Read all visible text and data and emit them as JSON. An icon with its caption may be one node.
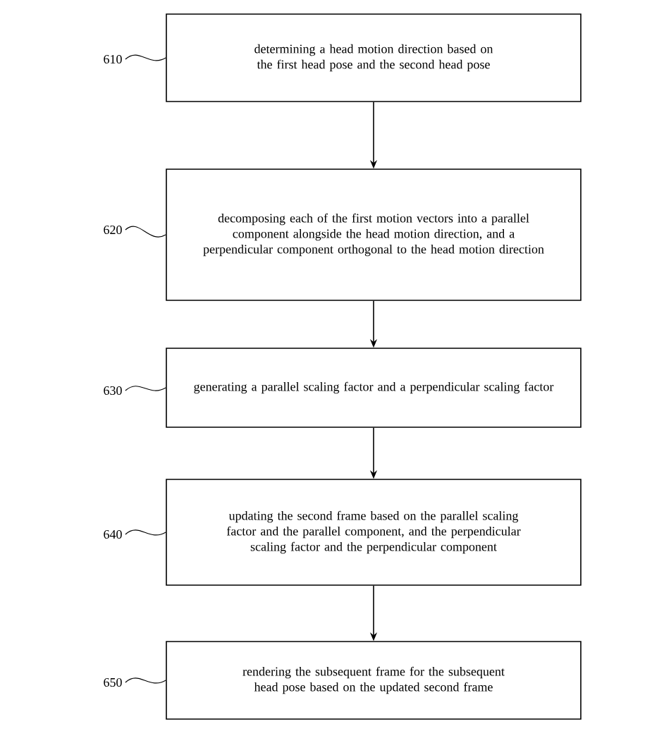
{
  "diagram": {
    "nodes": [
      {
        "text": [
          "determining a head motion direction based on the first head pose and the second head pose"
        ]
      },
      {
        "text": [
          "decomposing each of the first motion vectors into a parallel component alongside the head motion direction, and a perpendicular component orthogonal to the head motion direction"
        ]
      },
      {
        "text": [
          "generating a parallel scaling factor and a perpendicular scaling factor"
        ]
      },
      {
        "text": [
          "updating the second frame based on the parallel scaling factor and the parallel component, and the perpendicular scaling factor and the perpendicular component"
        ]
      },
      {
        "text": [
          "rendering the subsequent frame for the subsequent head pose based on the updated second frame"
        ]
      },
      {
        "text": [
          "610"
        ]
      },
      {
        "text": [
          "620"
        ]
      },
      {
        "text": [
          "630"
        ]
      },
      {
        "text": [
          "640"
        ]
      },
      {
        "text": [
          "650"
        ]
      }
    ],
    "edges": [
      {
        "from": 0,
        "to": 1,
        "arrow": "to"
      },
      {
        "from": 1,
        "to": 2,
        "arrow": "to"
      },
      {
        "from": 2,
        "to": 3,
        "arrow": "to"
      },
      {
        "from": 3,
        "to": 4,
        "arrow": "to"
      },
      {
        "from": 5,
        "to": 0,
        "arrow": "none"
      },
      {
        "from": 6,
        "to": 1,
        "arrow": "none"
      },
      {
        "from": 7,
        "to": 2,
        "arrow": "none"
      },
      {
        "from": 8,
        "to": 3,
        "arrow": "none"
      },
      {
        "from": 9,
        "to": 4,
        "arrow": "none"
      }
    ]
  }
}
